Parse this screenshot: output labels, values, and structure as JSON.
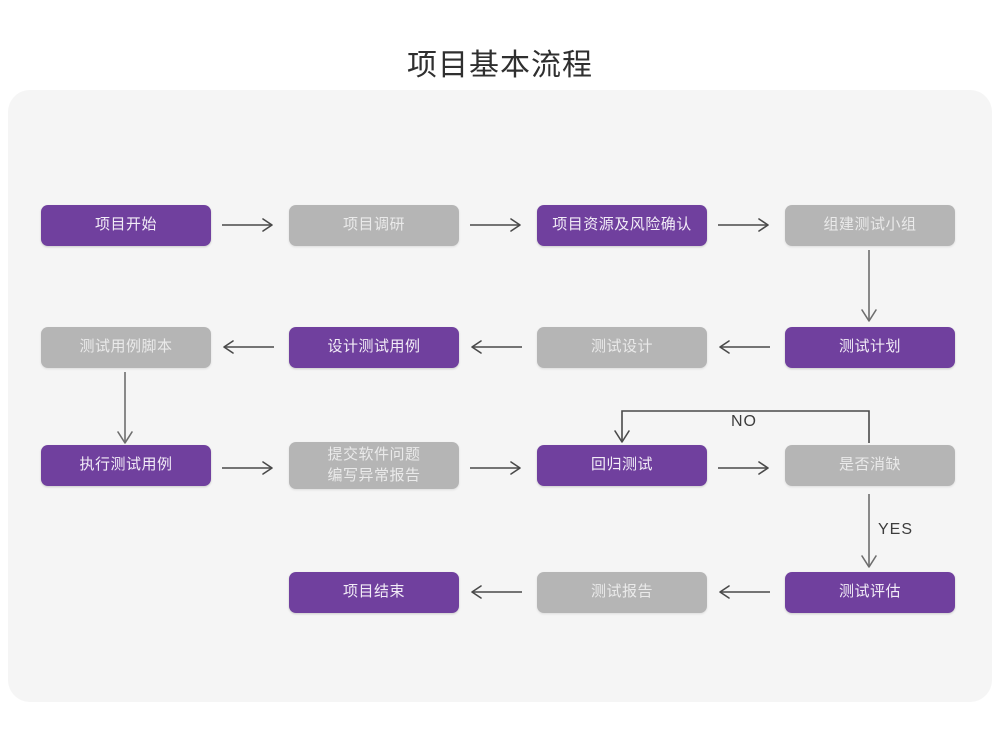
{
  "card": {
    "background": "#f5f5f5"
  },
  "title": "项目基本流程",
  "colors": {
    "accent_purple": "#70409e",
    "neutral_gray": "#b5b5b5",
    "purple_text": "#f2ecf7",
    "gray_text": "#eaeaea",
    "arrow": "#4a4a4a",
    "page_background": "#ffffff"
  },
  "nodes": [
    {
      "id": "project-start",
      "label": "项目开始",
      "style": "purple",
      "row": 1,
      "col": 1
    },
    {
      "id": "project-research",
      "label": "项目调研",
      "style": "gray",
      "row": 1,
      "col": 2
    },
    {
      "id": "resource-risk",
      "label": "项目资源及风险确认",
      "style": "purple",
      "row": 1,
      "col": 3
    },
    {
      "id": "build-team",
      "label": "组建测试小组",
      "style": "gray",
      "row": 1,
      "col": 4
    },
    {
      "id": "case-script",
      "label": "测试用例脚本",
      "style": "gray",
      "row": 2,
      "col": 1
    },
    {
      "id": "design-case",
      "label": "设计测试用例",
      "style": "purple",
      "row": 2,
      "col": 2
    },
    {
      "id": "test-design",
      "label": "测试设计",
      "style": "gray",
      "row": 2,
      "col": 3
    },
    {
      "id": "test-plan",
      "label": "测试计划",
      "style": "purple",
      "row": 2,
      "col": 4
    },
    {
      "id": "execute-case",
      "label": "执行测试用例",
      "style": "purple",
      "row": 3,
      "col": 1
    },
    {
      "id": "submit-issue",
      "label": "提交软件问题\n编写异常报告",
      "style": "gray",
      "row": 3,
      "col": 2
    },
    {
      "id": "regression-test",
      "label": "回归测试",
      "style": "purple",
      "row": 3,
      "col": 3
    },
    {
      "id": "defect-cleared",
      "label": "是否消缺",
      "style": "gray",
      "row": 3,
      "col": 4
    },
    {
      "id": "project-end",
      "label": "项目结束",
      "style": "purple",
      "row": 4,
      "col": 2
    },
    {
      "id": "test-report",
      "label": "测试报告",
      "style": "gray",
      "row": 4,
      "col": 3
    },
    {
      "id": "test-evaluation",
      "label": "测试评估",
      "style": "purple",
      "row": 4,
      "col": 4
    }
  ],
  "edge_labels": {
    "no": "NO",
    "yes": "YES"
  }
}
